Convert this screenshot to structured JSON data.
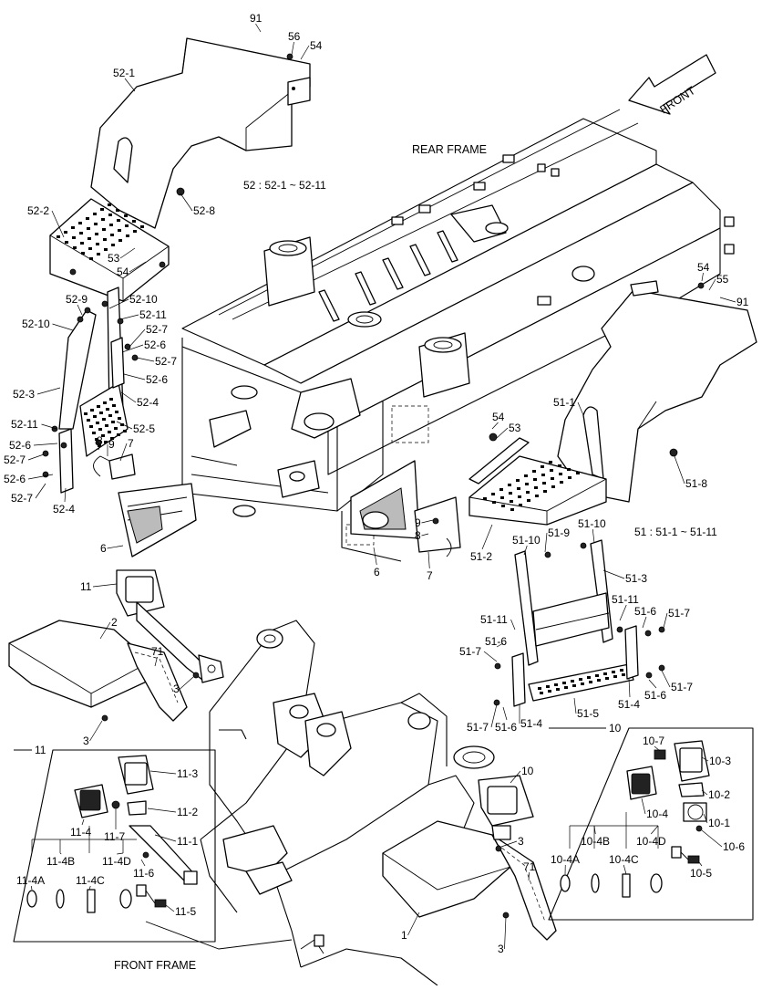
{
  "frames": {
    "rear": "REAR FRAME",
    "front": "FRONT FRAME"
  },
  "direction": "FRONT",
  "groups": {
    "g52": "52 : 52-1 ~ 52-11",
    "g51": "51 : 51-1 ~ 51-11"
  },
  "insets": {
    "i11": {
      "title": "11"
    },
    "i10": {
      "title": "10"
    }
  },
  "labels": [
    {
      "id": "91",
      "text": "91"
    },
    {
      "id": "56",
      "text": "56"
    },
    {
      "id": "54",
      "text": "54"
    },
    {
      "id": "52-1",
      "text": "52-1"
    },
    {
      "id": "52-8",
      "text": "52-8"
    },
    {
      "id": "52-2",
      "text": "52-2"
    },
    {
      "id": "53",
      "text": "53"
    },
    {
      "id": "54b",
      "text": "54"
    },
    {
      "id": "52-9",
      "text": "52-9"
    },
    {
      "id": "52-10",
      "text": "52-10"
    },
    {
      "id": "52-11",
      "text": "52-11"
    },
    {
      "id": "52-10b",
      "text": "52-10"
    },
    {
      "id": "52-7",
      "text": "52-7"
    },
    {
      "id": "52-6",
      "text": "52-6"
    },
    {
      "id": "52-7b",
      "text": "52-7"
    },
    {
      "id": "52-6b",
      "text": "52-6"
    },
    {
      "id": "52-3",
      "text": "52-3"
    },
    {
      "id": "52-4",
      "text": "52-4"
    },
    {
      "id": "52-5",
      "text": "52-5"
    },
    {
      "id": "52-11b",
      "text": "52-11"
    },
    {
      "id": "52-6c",
      "text": "52-6"
    },
    {
      "id": "52-7c",
      "text": "52-7"
    },
    {
      "id": "52-6d",
      "text": "52-6"
    },
    {
      "id": "52-7d",
      "text": "52-7"
    },
    {
      "id": "52-4b",
      "text": "52-4"
    },
    {
      "id": "8",
      "text": "8"
    },
    {
      "id": "9",
      "text": "9"
    },
    {
      "id": "7",
      "text": "7"
    },
    {
      "id": "6",
      "text": "6"
    },
    {
      "id": "6b",
      "text": "6"
    },
    {
      "id": "9b",
      "text": "9"
    },
    {
      "id": "8b",
      "text": "8"
    },
    {
      "id": "7b",
      "text": "7"
    },
    {
      "id": "54c",
      "text": "54"
    },
    {
      "id": "55",
      "text": "55"
    },
    {
      "id": "91b",
      "text": "91"
    },
    {
      "id": "51-1",
      "text": "51-1"
    },
    {
      "id": "54d",
      "text": "54"
    },
    {
      "id": "53b",
      "text": "53"
    },
    {
      "id": "51-8",
      "text": "51-8"
    },
    {
      "id": "51-10",
      "text": "51-10"
    },
    {
      "id": "51-9",
      "text": "51-9"
    },
    {
      "id": "51-10b",
      "text": "51-10"
    },
    {
      "id": "51-2",
      "text": "51-2"
    },
    {
      "id": "51-3",
      "text": "51-3"
    },
    {
      "id": "51-11",
      "text": "51-11"
    },
    {
      "id": "51-11b",
      "text": "51-11"
    },
    {
      "id": "51-6",
      "text": "51-6"
    },
    {
      "id": "51-7",
      "text": "51-7"
    },
    {
      "id": "51-6b",
      "text": "51-6"
    },
    {
      "id": "51-7b",
      "text": "51-7"
    },
    {
      "id": "51-4",
      "text": "51-4"
    },
    {
      "id": "51-6c",
      "text": "51-6"
    },
    {
      "id": "51-7c",
      "text": "51-7"
    },
    {
      "id": "51-5",
      "text": "51-5"
    },
    {
      "id": "51-4b",
      "text": "51-4"
    },
    {
      "id": "51-6d",
      "text": "51-6"
    },
    {
      "id": "51-7d",
      "text": "51-7"
    },
    {
      "id": "11",
      "text": "11"
    },
    {
      "id": "2",
      "text": "2"
    },
    {
      "id": "71",
      "text": "71"
    },
    {
      "id": "3",
      "text": "3"
    },
    {
      "id": "3b",
      "text": "3"
    },
    {
      "id": "10",
      "text": "10"
    },
    {
      "id": "3c",
      "text": "3"
    },
    {
      "id": "71b",
      "text": "71"
    },
    {
      "id": "1",
      "text": "1"
    },
    {
      "id": "3d",
      "text": "3"
    },
    {
      "id": "11-3",
      "text": "11-3"
    },
    {
      "id": "11-2",
      "text": "11-2"
    },
    {
      "id": "11-1",
      "text": "11-1"
    },
    {
      "id": "11-4",
      "text": "11-4"
    },
    {
      "id": "11-7",
      "text": "11-7"
    },
    {
      "id": "11-4B",
      "text": "11-4B"
    },
    {
      "id": "11-4D",
      "text": "11-4D"
    },
    {
      "id": "11-6",
      "text": "11-6"
    },
    {
      "id": "11-4A",
      "text": "11-4A"
    },
    {
      "id": "11-4C",
      "text": "11-4C"
    },
    {
      "id": "11-5",
      "text": "11-5"
    },
    {
      "id": "10-7",
      "text": "10-7"
    },
    {
      "id": "10-3",
      "text": "10-3"
    },
    {
      "id": "10-2",
      "text": "10-2"
    },
    {
      "id": "10-4",
      "text": "10-4"
    },
    {
      "id": "10-1",
      "text": "10-1"
    },
    {
      "id": "10-6",
      "text": "10-6"
    },
    {
      "id": "10-4B",
      "text": "10-4B"
    },
    {
      "id": "10-4D",
      "text": "10-4D"
    },
    {
      "id": "10-4A",
      "text": "10-4A"
    },
    {
      "id": "10-4C",
      "text": "10-4C"
    },
    {
      "id": "10-5",
      "text": "10-5"
    }
  ]
}
